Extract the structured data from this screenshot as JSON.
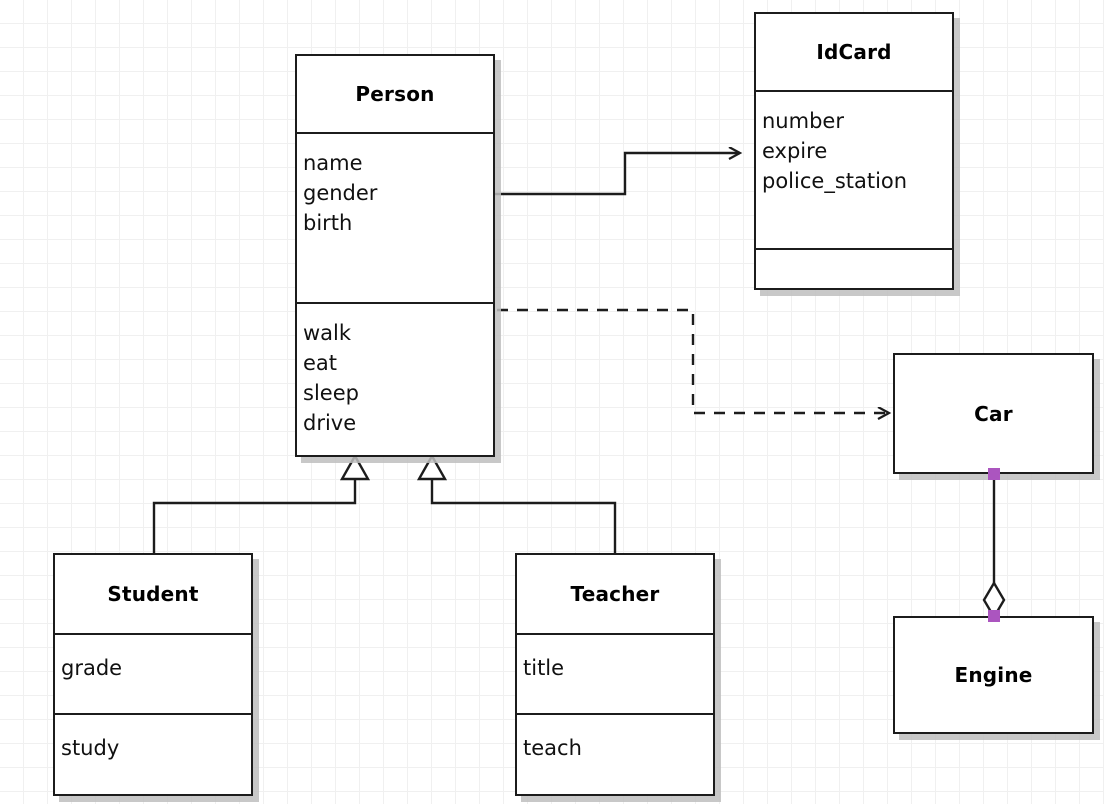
{
  "diagram": {
    "type": "uml-class-diagram",
    "background": "#ffffff",
    "grid_color": "#f0f0f0",
    "line_color": "#1c1c1c",
    "handle_color": "#ab55bf",
    "classes": [
      {
        "id": "person",
        "name": "Person",
        "attributes": [
          "name",
          "gender",
          "birth"
        ],
        "methods": [
          "walk",
          "eat",
          "sleep",
          "drive"
        ]
      },
      {
        "id": "idcard",
        "name": "IdCard",
        "attributes": [
          "number",
          "expire",
          "police_station"
        ],
        "methods": []
      },
      {
        "id": "student",
        "name": "Student",
        "attributes": [
          "grade"
        ],
        "methods": [
          "study"
        ]
      },
      {
        "id": "teacher",
        "name": "Teacher",
        "attributes": [
          "title"
        ],
        "methods": [
          "teach"
        ]
      },
      {
        "id": "car",
        "name": "Car",
        "attributes": [],
        "methods": []
      },
      {
        "id": "engine",
        "name": "Engine",
        "attributes": [],
        "methods": []
      }
    ],
    "relationships": [
      {
        "id": "person-idcard",
        "kind": "association",
        "from": "person",
        "to": "idcard",
        "style": "solid",
        "arrowhead": "open"
      },
      {
        "id": "person-car",
        "kind": "dependency",
        "from": "person",
        "to": "car",
        "style": "dashed",
        "arrowhead": "open"
      },
      {
        "id": "student-person",
        "kind": "generalization",
        "from": "student",
        "to": "person",
        "style": "solid",
        "arrowhead": "hollow-triangle"
      },
      {
        "id": "teacher-person",
        "kind": "generalization",
        "from": "teacher",
        "to": "person",
        "style": "solid",
        "arrowhead": "hollow-triangle"
      },
      {
        "id": "car-engine",
        "kind": "aggregation",
        "from": "car",
        "to": "engine",
        "style": "solid",
        "arrowhead": "hollow-diamond",
        "selected": true
      }
    ]
  }
}
